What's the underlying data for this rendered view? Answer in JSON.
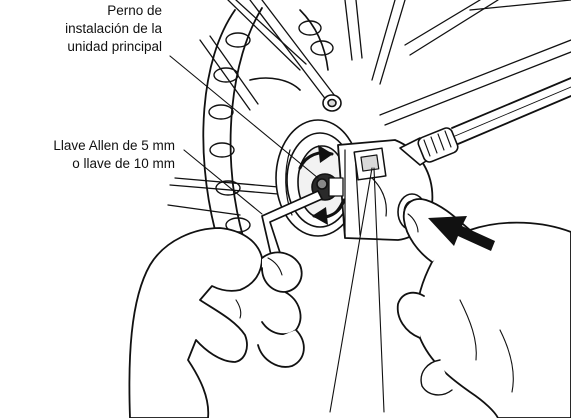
{
  "labels": {
    "bolt": [
      "Perno de",
      "instalación de la",
      "unidad principal"
    ],
    "wrench": [
      "Llave Allen de 5 mm",
      "o llave de 10 mm"
    ]
  },
  "colors": {
    "ink": "#111111",
    "paper": "#ffffff",
    "shade": "#d9d9d9",
    "dark": "#2a2a2a"
  },
  "icons": [
    "rotation-arrow-icon",
    "push-arrow-icon",
    "allen-key-icon"
  ]
}
